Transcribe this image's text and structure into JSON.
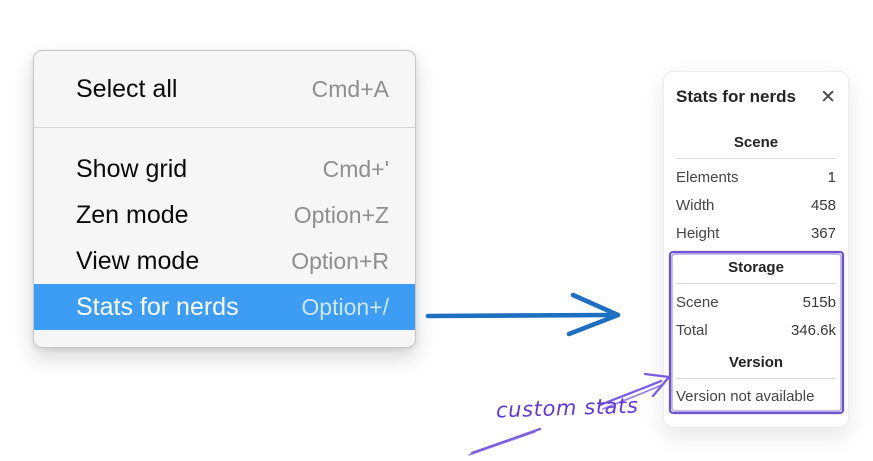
{
  "colors": {
    "menu_bg": "#f6f6f6",
    "menu_border": "#c6c6c6",
    "menu_divider": "#d6d6d6",
    "menu_text": "#0b0b0b",
    "menu_shortcut": "#8e8e8e",
    "highlight_bg": "#3d9cf4",
    "highlight_text": "#ffffff",
    "highlight_shortcut": "#cde7fc",
    "panel_bg": "#ffffff",
    "panel_border": "#ececec",
    "panel_text": "#3b3b3b",
    "panel_heading": "#242424",
    "rule": "#dadade",
    "arrow_blue": "#1e6fc0",
    "rect_purple": "#6e55cf",
    "sketch_purple": "#7a5ce0",
    "annotation_purple": "#6238d6"
  },
  "menu": {
    "top_item": {
      "label": "Select all",
      "shortcut": "Cmd+A"
    },
    "items": [
      {
        "label": "Show grid",
        "shortcut": "Cmd+'",
        "active": false
      },
      {
        "label": "Zen mode",
        "shortcut": "Option+Z",
        "active": false
      },
      {
        "label": "View mode",
        "shortcut": "Option+R",
        "active": false
      },
      {
        "label": "Stats for nerds",
        "shortcut": "Option+/",
        "active": true
      }
    ]
  },
  "stats_panel": {
    "title": "Stats for nerds",
    "close_glyph": "✕",
    "sections": [
      {
        "heading": "Scene",
        "rows": [
          {
            "label": "Elements",
            "value": "1"
          },
          {
            "label": "Width",
            "value": "458"
          },
          {
            "label": "Height",
            "value": "367"
          }
        ]
      },
      {
        "heading": "Storage",
        "rows": [
          {
            "label": "Scene",
            "value": "515b"
          },
          {
            "label": "Total",
            "value": "346.6k"
          }
        ]
      },
      {
        "heading": "Version",
        "note": "Version not available"
      }
    ]
  },
  "annotation": {
    "label": "custom stats"
  }
}
